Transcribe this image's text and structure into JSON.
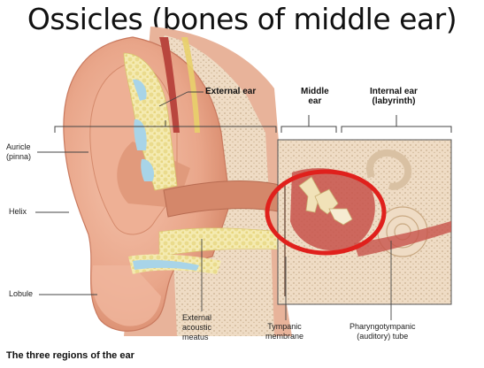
{
  "title": "Ossicles (bones of middle ear)",
  "labels": {
    "auricle": "Auricle\n(pinna)",
    "helix": "Helix",
    "lobule": "Lobule",
    "external_ear": "External ear",
    "middle_ear": "Middle\near",
    "internal_ear": "Internal ear\n(labyrinth)",
    "external_acoustic_meatus": "External\nacoustic\nmeatus",
    "tympanic_membrane": "Tympanic\nmembrane",
    "pharyngotympanic_tube": "Pharyngotympanic\n(auditory) tube"
  },
  "caption": "The three regions of the ear",
  "colors": {
    "skin": "#e9a68a",
    "skin_dark": "#c9795e",
    "cartilage": "#a8d4e8",
    "fat": "#f1e6a6",
    "bone": "#eed9c2",
    "highlight_circle": "#e0201c",
    "inset_border": "#555555"
  }
}
